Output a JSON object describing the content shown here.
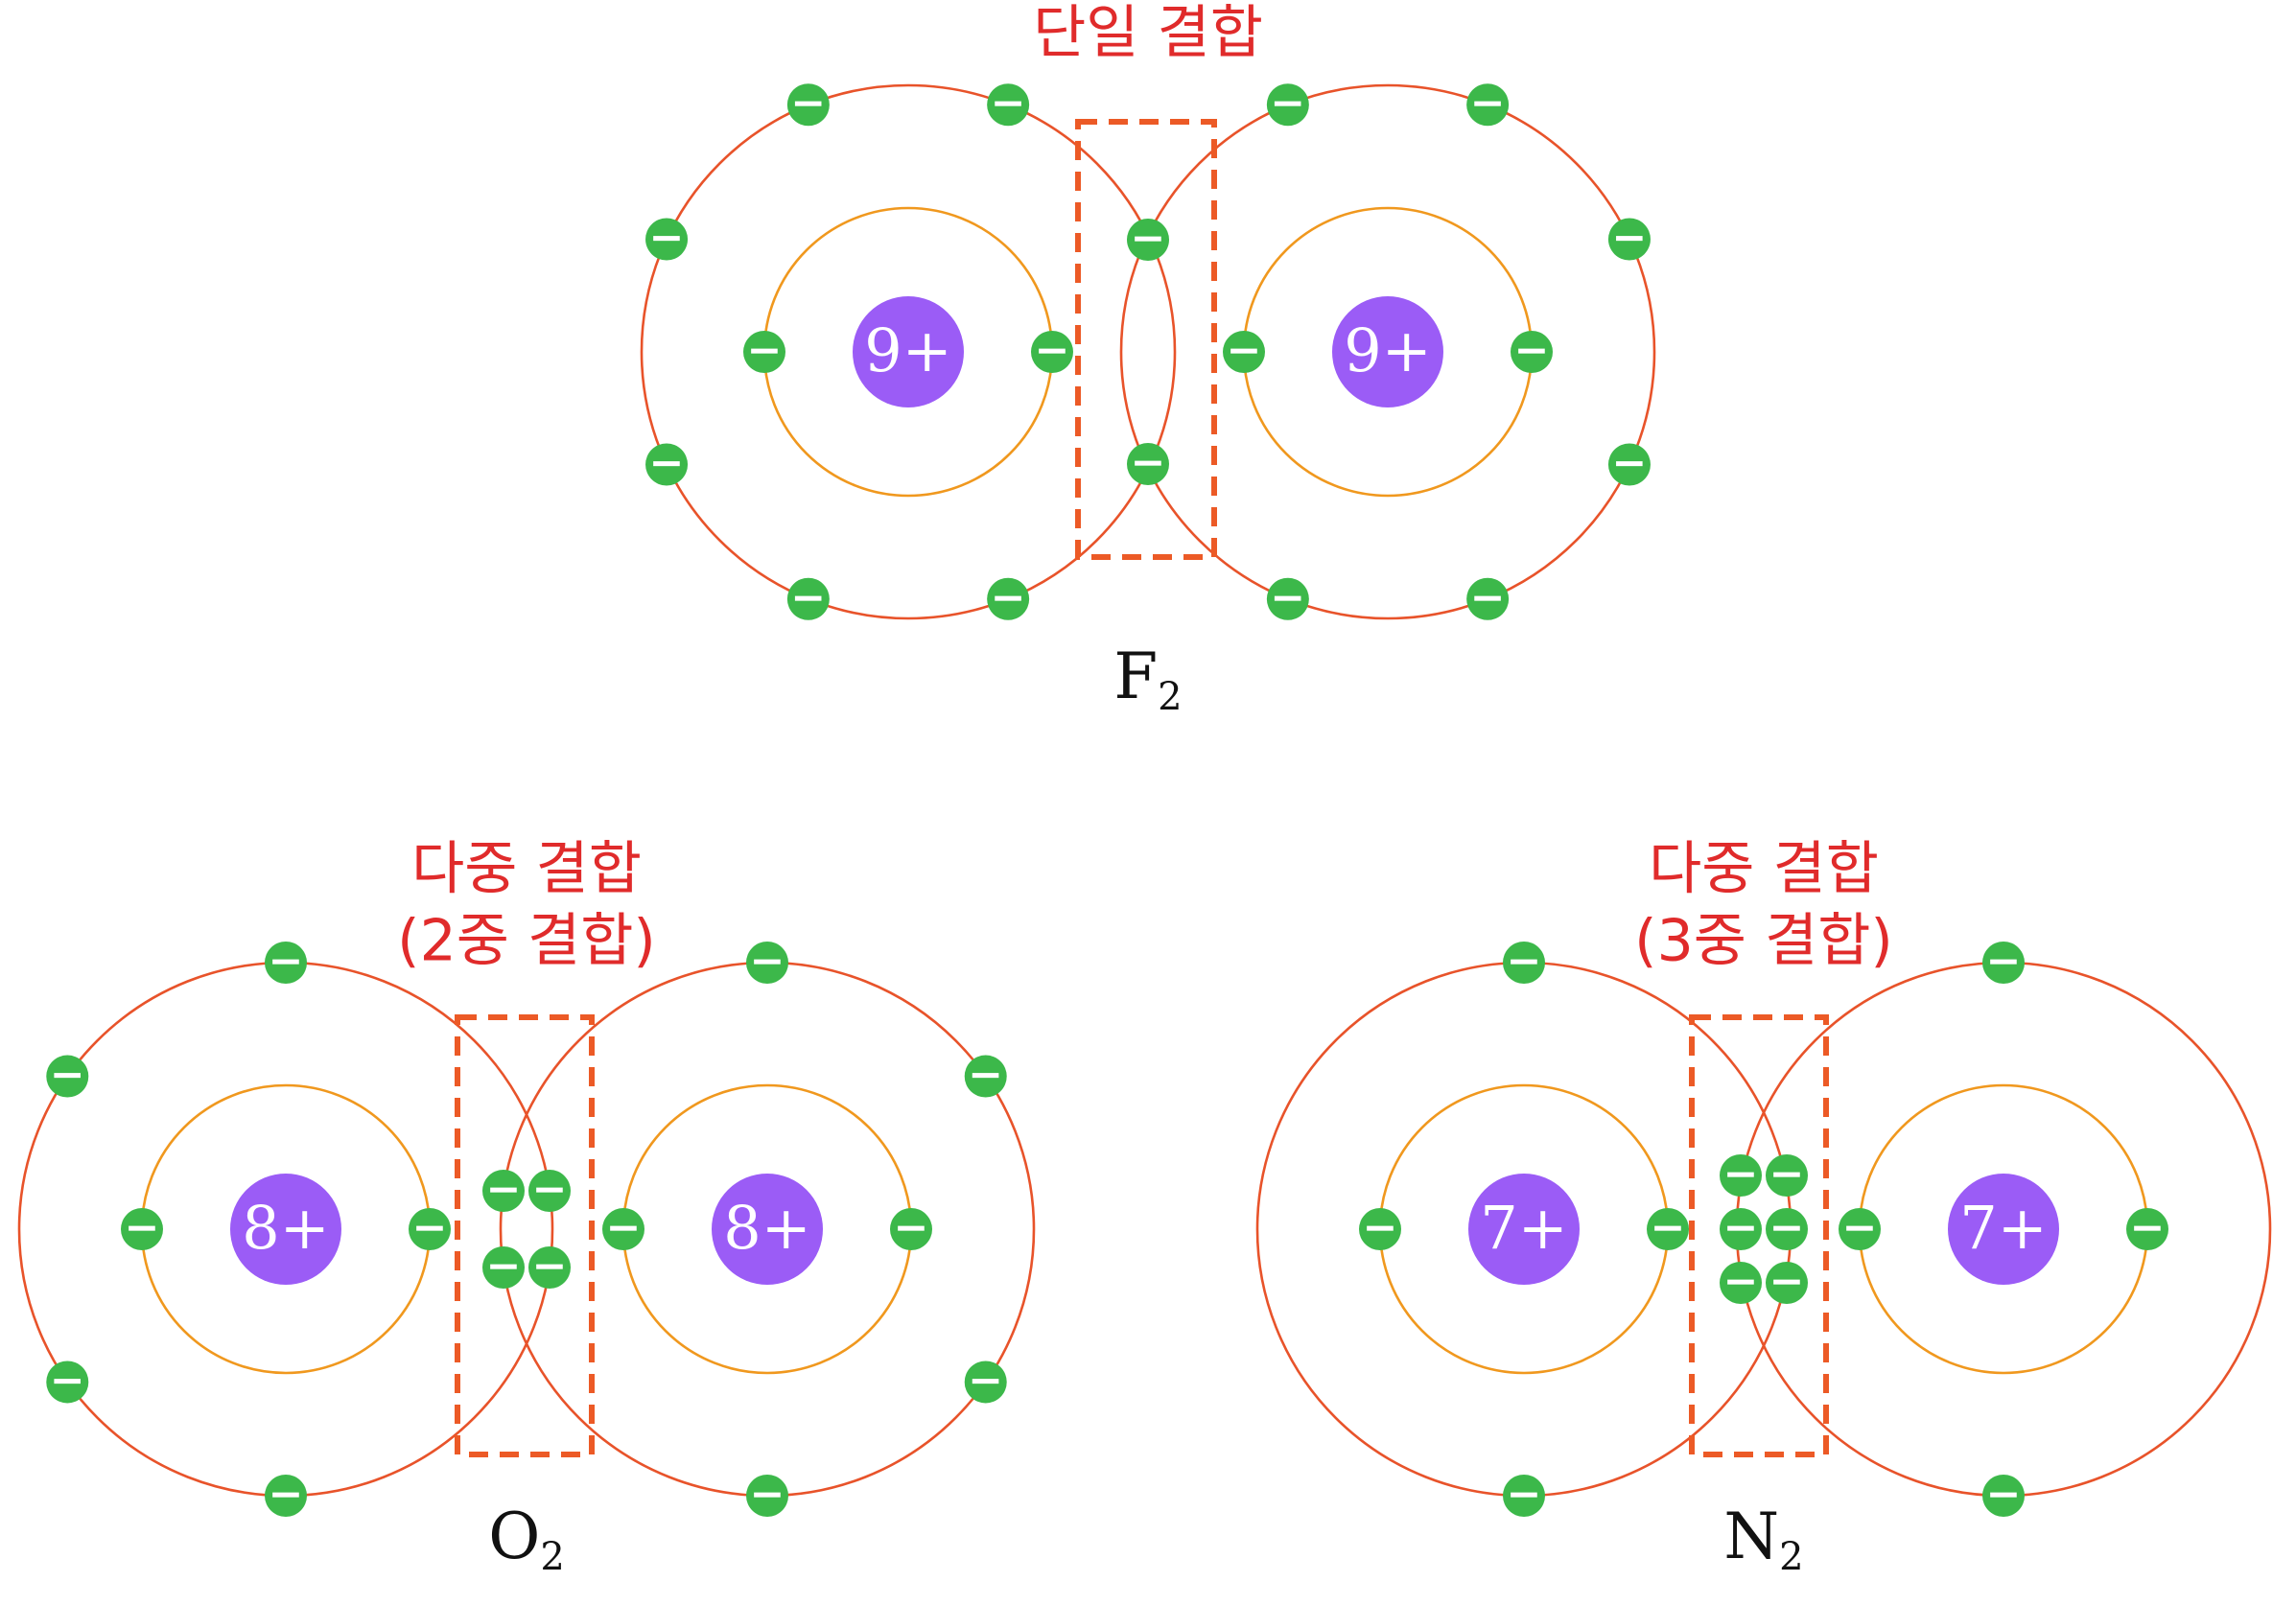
{
  "colors": {
    "outer_shell": "#e8532a",
    "inner_shell": "#f0981e",
    "bond_box": "#ec5a26",
    "electron": "#3cb84a",
    "electron_sign": "#ffffff",
    "nucleus": "#9b5cf6",
    "nucleus_text": "#ffffff",
    "bond_label": "#e02b2b",
    "molecule_label": "#111111"
  },
  "molecules": [
    {
      "id": "f2",
      "formula_main": "F",
      "formula_sub": "2",
      "bond_label_lines": [
        "단일 결합"
      ],
      "nucleus_labels": [
        "9+",
        "9+"
      ],
      "shared_electrons": 2
    },
    {
      "id": "o2",
      "formula_main": "O",
      "formula_sub": "2",
      "bond_label_lines": [
        "다중 결합",
        "(2중 결합)"
      ],
      "nucleus_labels": [
        "8+",
        "8+"
      ],
      "shared_electrons": 4
    },
    {
      "id": "n2",
      "formula_main": "N",
      "formula_sub": "2",
      "bond_label_lines": [
        "다중 결합",
        "(3중 결합)"
      ],
      "nucleus_labels": [
        "7+",
        "7+"
      ],
      "shared_electrons": 6
    }
  ],
  "electron_sign": "−"
}
